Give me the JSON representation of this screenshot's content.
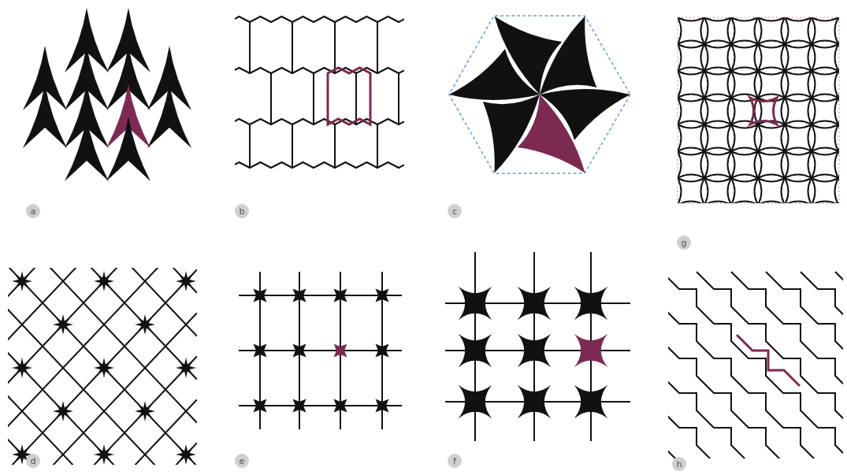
{
  "diagram": {
    "nodes": [
      {
        "text": [
          "a"
        ]
      },
      {
        "text": [
          "b"
        ]
      },
      {
        "text": [
          "c"
        ]
      },
      {
        "text": [
          "g"
        ]
      },
      {
        "text": [
          "d"
        ]
      },
      {
        "text": [
          "e"
        ]
      },
      {
        "text": [
          "f"
        ]
      },
      {
        "text": [
          "h"
        ]
      }
    ]
  }
}
